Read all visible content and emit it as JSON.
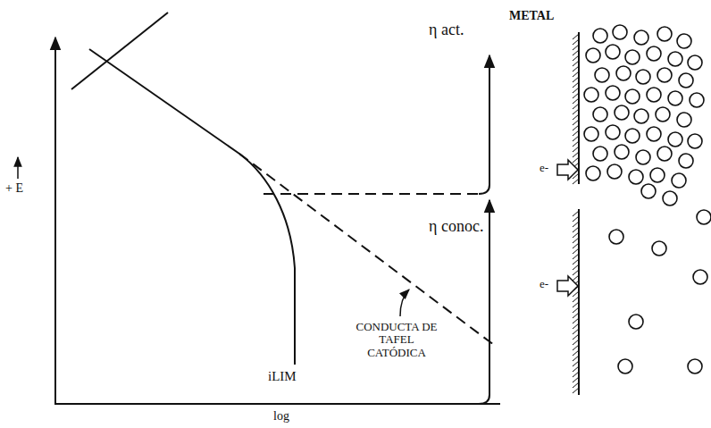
{
  "diagram": {
    "labels": [
      "METAL",
      "η act.",
      "+ E",
      "η conoc.",
      "CONDUCTA DE TAFEL CATÓDICA",
      "iLIM",
      "log",
      "e-",
      "e-"
    ]
  }
}
